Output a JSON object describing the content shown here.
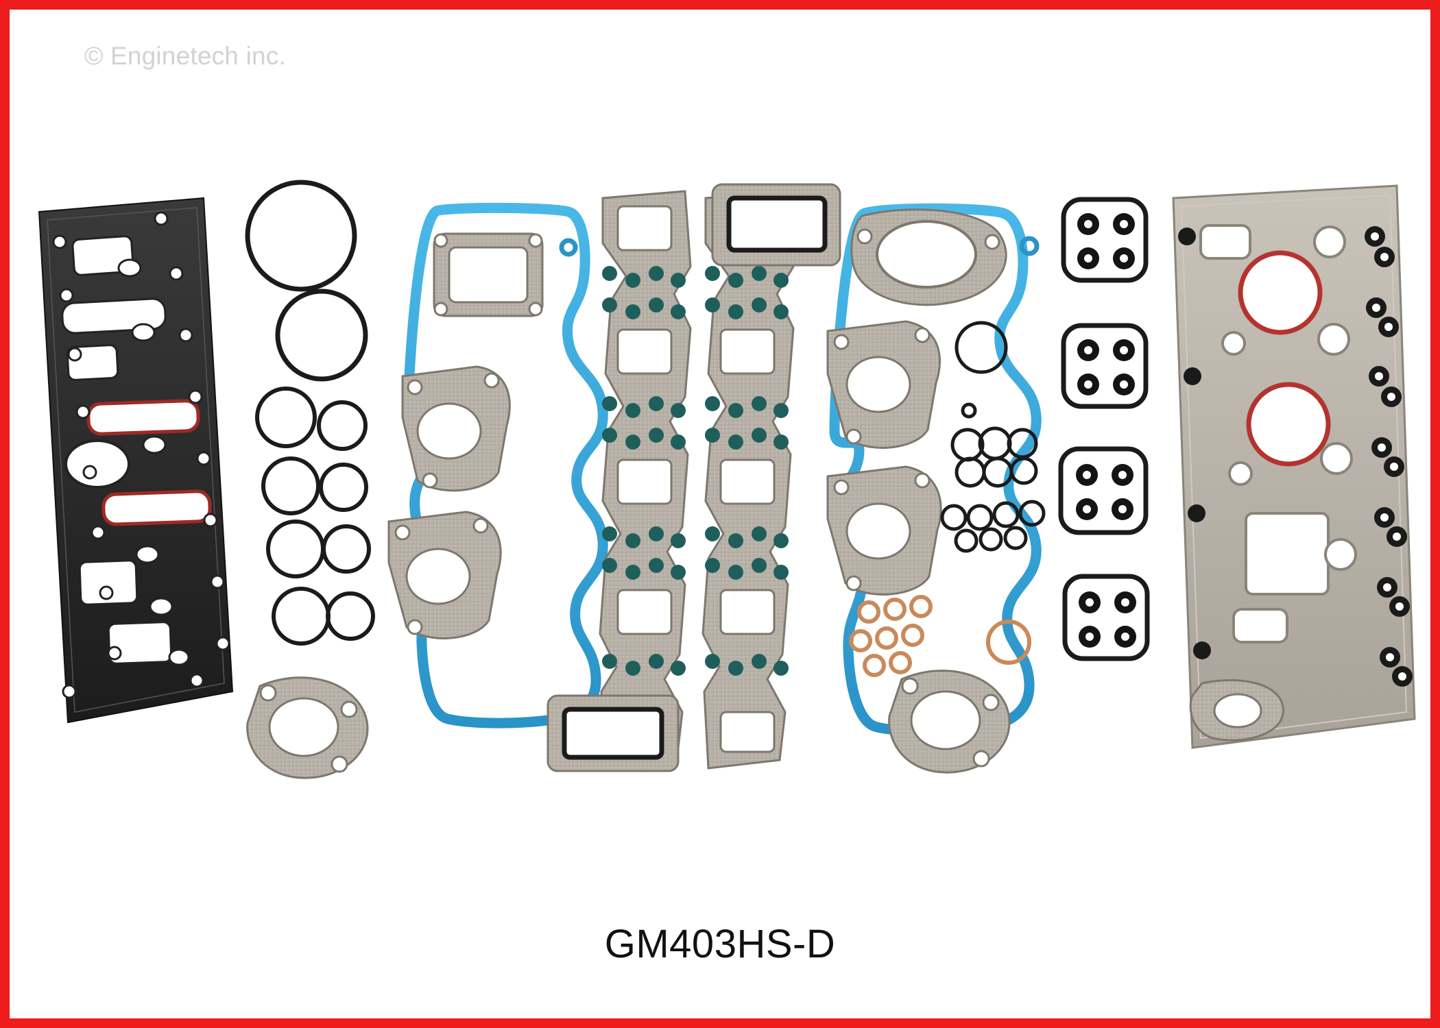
{
  "image": {
    "watermark": "© Enginetech inc.",
    "part_number": "GM403HS-D",
    "border_color": "#ee1c1c",
    "background_color": "#ffffff",
    "subject": "engine-head-gasket-set-layout",
    "colors": {
      "gasket_blue": "#3aaee0",
      "gasket_graphite": "#b8b2a8",
      "gasket_black": "#262626",
      "gasket_red_bead": "#b5332f",
      "gasket_copper": "#c98a5a",
      "seal_teal": "#1f5f5b"
    },
    "groups": [
      {
        "name": "valve-cover-gasket-left",
        "type": "black-rubber-gasket"
      },
      {
        "name": "o-ring-set",
        "type": "round-seals"
      },
      {
        "name": "intake-manifold-gasket-blue-left",
        "type": "blue-silicone-gasket"
      },
      {
        "name": "exhaust-manifold-gasket-left",
        "type": "graphite-gasket"
      },
      {
        "name": "exhaust-manifold-gasket-right",
        "type": "graphite-gasket"
      },
      {
        "name": "intake-manifold-gasket-blue-right",
        "type": "blue-silicone-gasket"
      },
      {
        "name": "valve-stem-seal-plates",
        "type": "seal-carrier-plates"
      },
      {
        "name": "head-gasket-right",
        "type": "multi-layer-head-gasket"
      }
    ]
  }
}
